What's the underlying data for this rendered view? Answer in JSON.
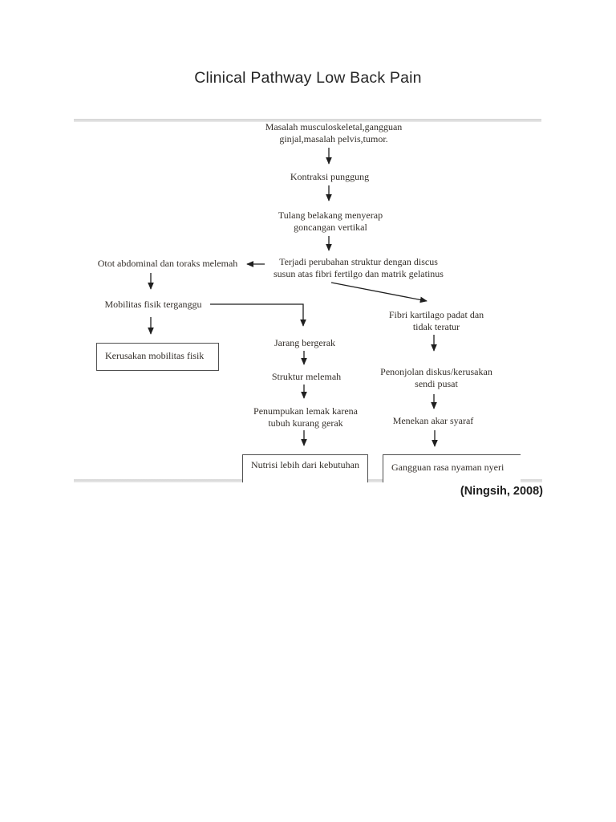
{
  "page": {
    "title": "Clinical Pathway Low Back Pain",
    "citation": "(Ningsih, 2008)"
  },
  "diagram": {
    "nodes": {
      "masalah": {
        "line1": "Masalah musculoskeletal,gangguan",
        "line2": "ginjal,masalah pelvis,tumor."
      },
      "kontraksi": {
        "label": "Kontraksi punggung"
      },
      "tulang": {
        "line1": "Tulang belakang menyerap",
        "line2": "goncangan vertikal"
      },
      "terjadi": {
        "line1": "Terjadi perubahan struktur dengan discus",
        "line2": "susun atas fibri fertilgo dan matrik gelatinus"
      },
      "otot": {
        "label": "Otot abdominal dan toraks melemah"
      },
      "mobilitas": {
        "label": "Mobilitas fisik terganggu"
      },
      "kerusakan": {
        "label": "Kerusakan mobilitas fisik"
      },
      "jarang": {
        "label": "Jarang bergerak"
      },
      "struktur": {
        "label": "Struktur melemah"
      },
      "penumpukan": {
        "line1": "Penumpukan lemak karena",
        "line2": "tubuh kurang gerak"
      },
      "nutrisi": {
        "label": "Nutrisi lebih dari kebutuhan"
      },
      "fibri": {
        "line1": "Fibri kartilago padat dan",
        "line2": "tidak teratur"
      },
      "penonjolan": {
        "line1": "Penonjolan diskus/kerusakan",
        "line2": "sendi pusat"
      },
      "menekan": {
        "label": "Menekan akar syaraf"
      },
      "gangguan": {
        "label": "Gangguan rasa nyaman nyeri"
      }
    },
    "edges": [
      {
        "from": "masalah",
        "to": "kontraksi"
      },
      {
        "from": "kontraksi",
        "to": "tulang"
      },
      {
        "from": "tulang",
        "to": "terjadi"
      },
      {
        "from": "terjadi",
        "to": "otot"
      },
      {
        "from": "terjadi",
        "to": "fibri"
      },
      {
        "from": "otot",
        "to": "mobilitas"
      },
      {
        "from": "mobilitas",
        "to": "kerusakan"
      },
      {
        "from": "mobilitas",
        "to": "jarang"
      },
      {
        "from": "jarang",
        "to": "struktur"
      },
      {
        "from": "struktur",
        "to": "penumpukan"
      },
      {
        "from": "penumpukan",
        "to": "nutrisi"
      },
      {
        "from": "fibri",
        "to": "penonjolan"
      },
      {
        "from": "penonjolan",
        "to": "menekan"
      },
      {
        "from": "menekan",
        "to": "gangguan"
      }
    ]
  },
  "colors": {
    "divider": "#dcdcdc",
    "text": "#332e29",
    "arrow": "#1f1f1f",
    "box_border": "#4f4f4f"
  }
}
